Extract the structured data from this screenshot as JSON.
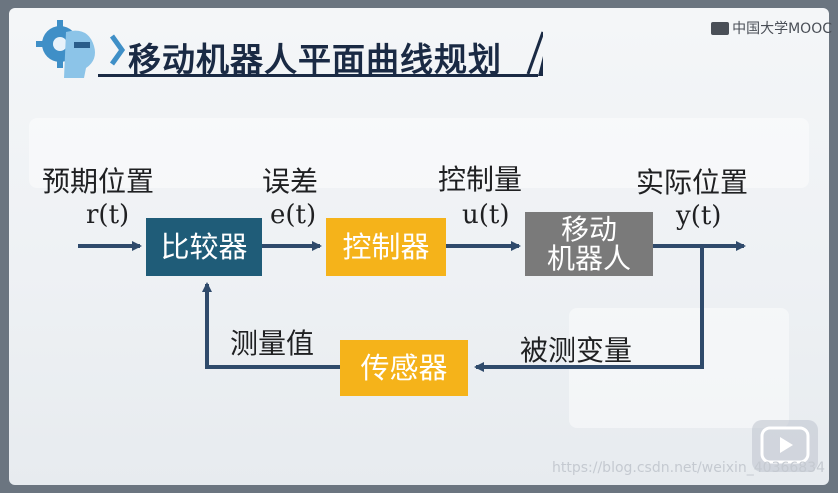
{
  "slide": {
    "title": "移动机器人平面曲线规划",
    "watermark_top": "中国大学MOOC",
    "watermark_bottom": "https://blog.csdn.net/weixin_40366834"
  },
  "diagram": {
    "labels": {
      "desired_position": "预期位置",
      "error": "误差",
      "control_quantity": "控制量",
      "actual_position": "实际位置",
      "measured_value": "测量值",
      "measured_variable": "被测变量"
    },
    "signals": {
      "r": "r(t)",
      "e": "e(t)",
      "u": "u(t)",
      "y": "y(t)"
    },
    "blocks": {
      "comparator": "比较器",
      "controller": "控制器",
      "robot_line1": "移动",
      "robot_line2": "机器人",
      "sensor": "传感器"
    },
    "colors": {
      "comparator": "#1f5c78",
      "controller": "#f5b31a",
      "robot": "#7a7a7a",
      "sensor": "#f5b31a",
      "arrows": "#2f4a6b"
    }
  }
}
